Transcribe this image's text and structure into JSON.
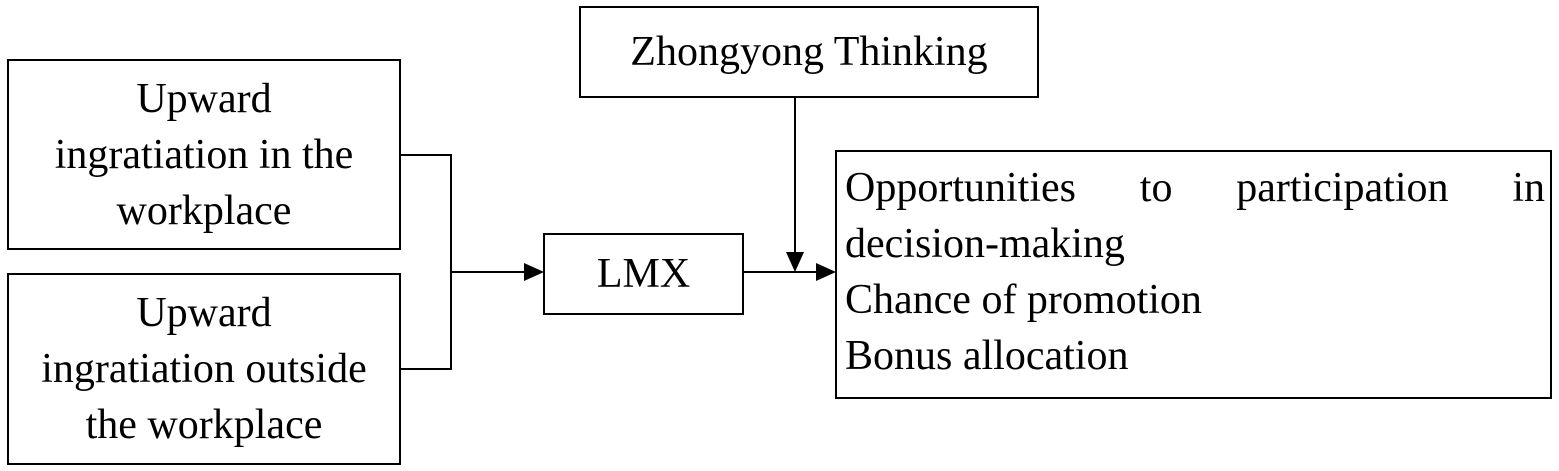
{
  "diagram": {
    "moderator": {
      "label": "Zhongyong Thinking"
    },
    "predictors": [
      {
        "lines": [
          "Upward",
          "ingratiation in the",
          "workplace"
        ]
      },
      {
        "lines": [
          "Upward",
          "ingratiation outside",
          "the workplace"
        ]
      }
    ],
    "mediator": {
      "label": "LMX"
    },
    "outcomes": {
      "line1_words": [
        "Opportunities",
        "to",
        "participation",
        "in"
      ],
      "line2": "decision-making",
      "line3": "Chance of promotion",
      "line4": "Bonus allocation"
    }
  }
}
